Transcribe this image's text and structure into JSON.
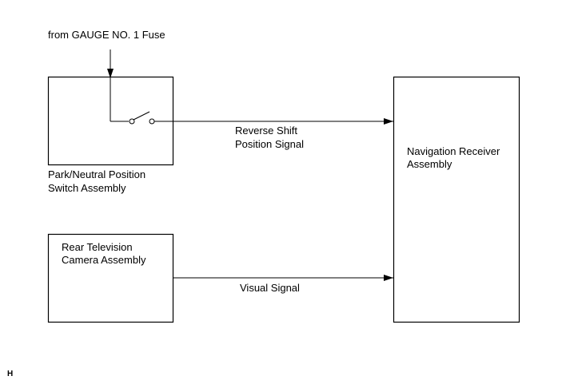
{
  "diagram": {
    "source_label": "from GAUGE NO. 1 Fuse",
    "park_neutral_switch": {
      "line1": "Park/Neutral Position",
      "line2": "Switch Assembly"
    },
    "rear_camera": {
      "line1": "Rear Television",
      "line2": "Camera Assembly"
    },
    "navigation_receiver": {
      "line1": "Navigation Receiver",
      "line2": "Assembly"
    },
    "reverse_signal": {
      "line1": "Reverse Shift",
      "line2": "Position Signal"
    },
    "visual_signal": "Visual Signal",
    "corner_code": "H"
  }
}
